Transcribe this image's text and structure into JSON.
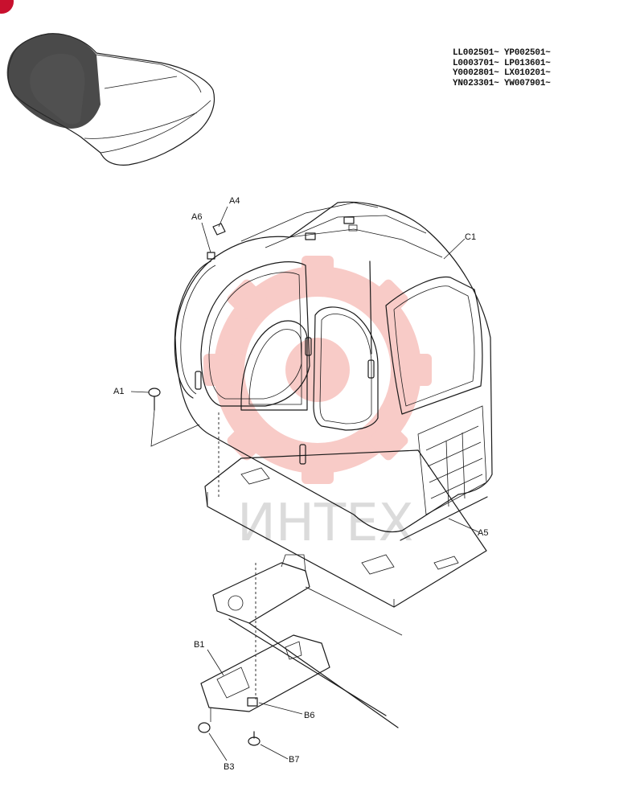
{
  "serial_numbers": [
    "LL002501~ YP002501~",
    "L0003701~ LP013601~",
    "Y0002801~ LX010201~",
    "YN023301~ YW007901~"
  ],
  "callouts": {
    "A1": "A1",
    "A4": "A4",
    "A5": "A5",
    "A6": "A6",
    "B1": "B1",
    "B3": "B3",
    "B6": "B6",
    "B7": "B7",
    "C1": "C1"
  },
  "watermark": {
    "text": "ИНТЕХ",
    "color": "#e8473a"
  },
  "colors": {
    "line": "#1a1a1a",
    "badge": "#c8102e"
  }
}
